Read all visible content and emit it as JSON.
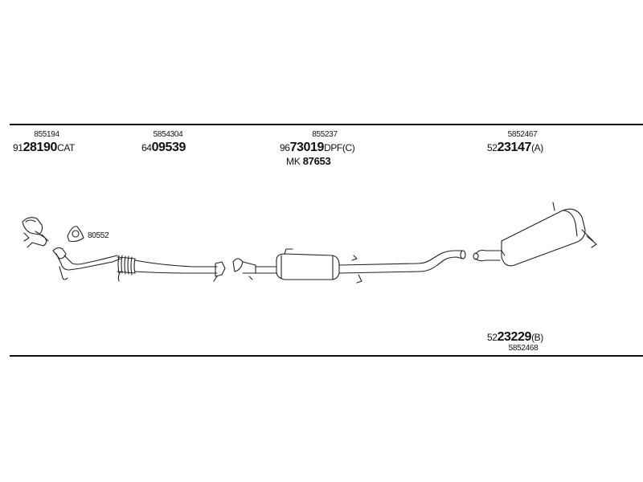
{
  "groups": {
    "g1": {
      "ref": "855194",
      "pre": "91",
      "big": "28190",
      "suf": "CAT"
    },
    "g2": {
      "ref": "5854304",
      "pre": "64",
      "big": "09539",
      "suf": ""
    },
    "g3": {
      "ref": "855237",
      "pre": "96",
      "big": "73019",
      "suf": "DPF(C)",
      "mk_prefix": "MK",
      "mk_number": "87653"
    },
    "g4": {
      "ref": "5852467",
      "pre": "52",
      "big": "23147",
      "suf": "(A)"
    },
    "g5": {
      "ref": "5852468",
      "pre": "52",
      "big": "23229",
      "suf": "(B)"
    }
  },
  "gasket_label": "80552"
}
